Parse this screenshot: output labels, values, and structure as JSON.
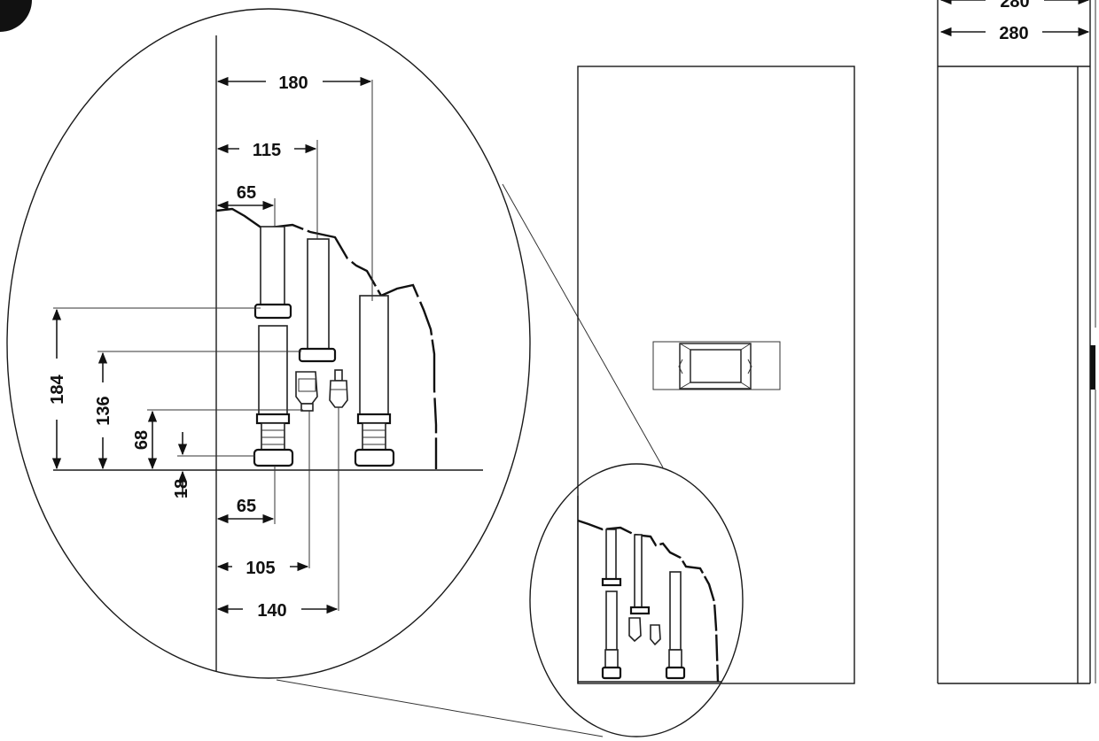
{
  "labels": {
    "top_width_partial": "280",
    "top_width": "280",
    "dim_180": "180",
    "dim_115": "115",
    "dim_65_top": "65",
    "dim_184": "184",
    "dim_136": "136",
    "dim_68": "68",
    "dim_18": "18",
    "dim_65_bottom": "65",
    "dim_105": "105",
    "dim_140": "140"
  },
  "colors": {
    "line": "#1a1a1a",
    "background": "#ffffff"
  }
}
